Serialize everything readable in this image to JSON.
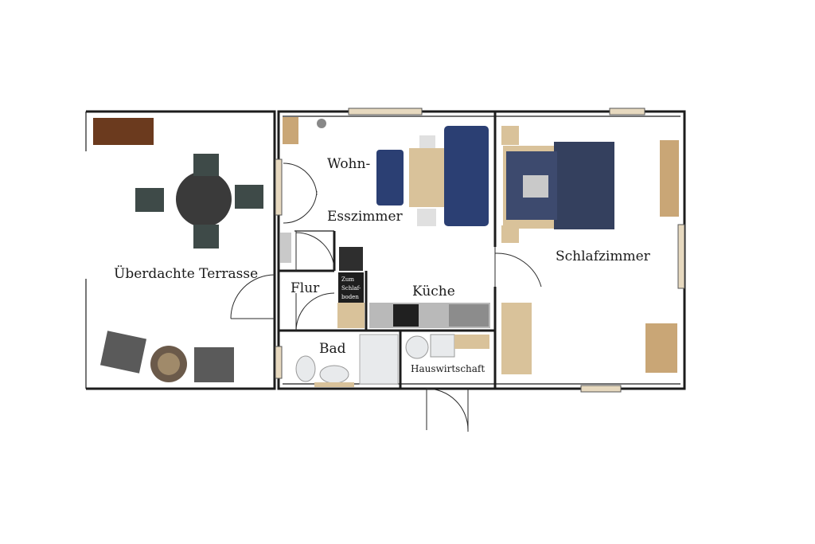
{
  "rooms": {
    "terrace": "Überdachte Terrasse",
    "living_1": "Wohn-",
    "living_2": "Esszimmer",
    "bedroom": "Schlafzimmer",
    "hall": "Flur",
    "kitchen": "Küche",
    "bath": "Bad",
    "utility": "Hauswirtschaft"
  },
  "stair_note": [
    "Zum",
    "Schlaf-",
    "boden"
  ],
  "colors": {
    "wall": "#1c1c1c",
    "wood_light": "#d9c29a",
    "wood_mid": "#c9a676",
    "wood_dark": "#6b3a1e",
    "sofa_blue": "#2b3f73",
    "bed_blue": "#34405e",
    "chair_green": "#3e4a48",
    "table_dark": "#3a3a3a",
    "counter_grey": "#b9b9b9",
    "appliance_white": "#e8eaec"
  }
}
